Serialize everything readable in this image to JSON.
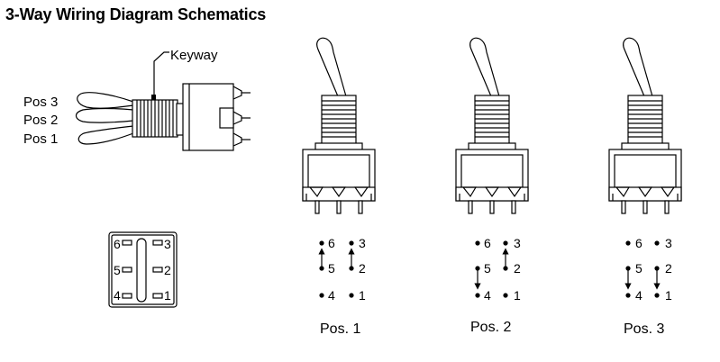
{
  "title": "3-Way Wiring Diagram Schematics",
  "side_view": {
    "keyway_label": "Keyway",
    "positions": [
      "Pos 3",
      "Pos 2",
      "Pos 1"
    ]
  },
  "terminal_layout": {
    "left_pins": [
      "6",
      "5",
      "4"
    ],
    "right_pins": [
      "3",
      "2",
      "1"
    ]
  },
  "switch_states": [
    {
      "caption": "Pos. 1",
      "pins": [
        "6",
        "3",
        "5",
        "2",
        "4",
        "1"
      ]
    },
    {
      "caption": "Pos. 2",
      "pins": [
        "6",
        "3",
        "5",
        "2",
        "4",
        "1"
      ]
    },
    {
      "caption": "Pos. 3",
      "pins": [
        "6",
        "3",
        "5",
        "2",
        "4",
        "1"
      ]
    }
  ]
}
